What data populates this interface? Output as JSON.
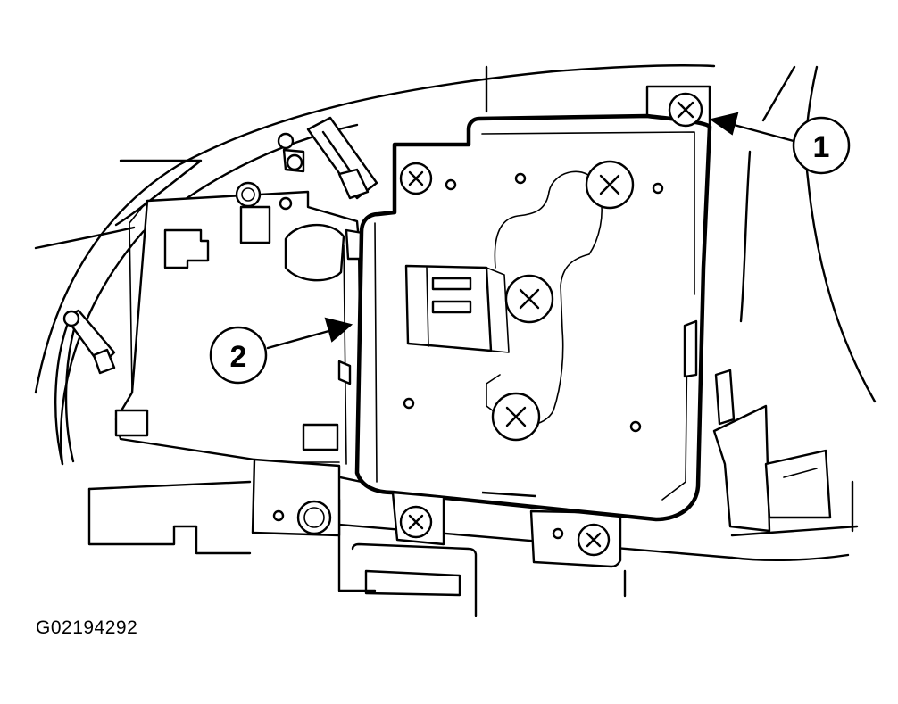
{
  "figure": {
    "id_label": "G02194292",
    "callouts": [
      {
        "number": "1",
        "target": "mounting-screw"
      },
      {
        "number": "2",
        "target": "module"
      }
    ],
    "icons": {
      "screw": "phillips-screw-icon",
      "arrow": "leader-arrow"
    }
  }
}
